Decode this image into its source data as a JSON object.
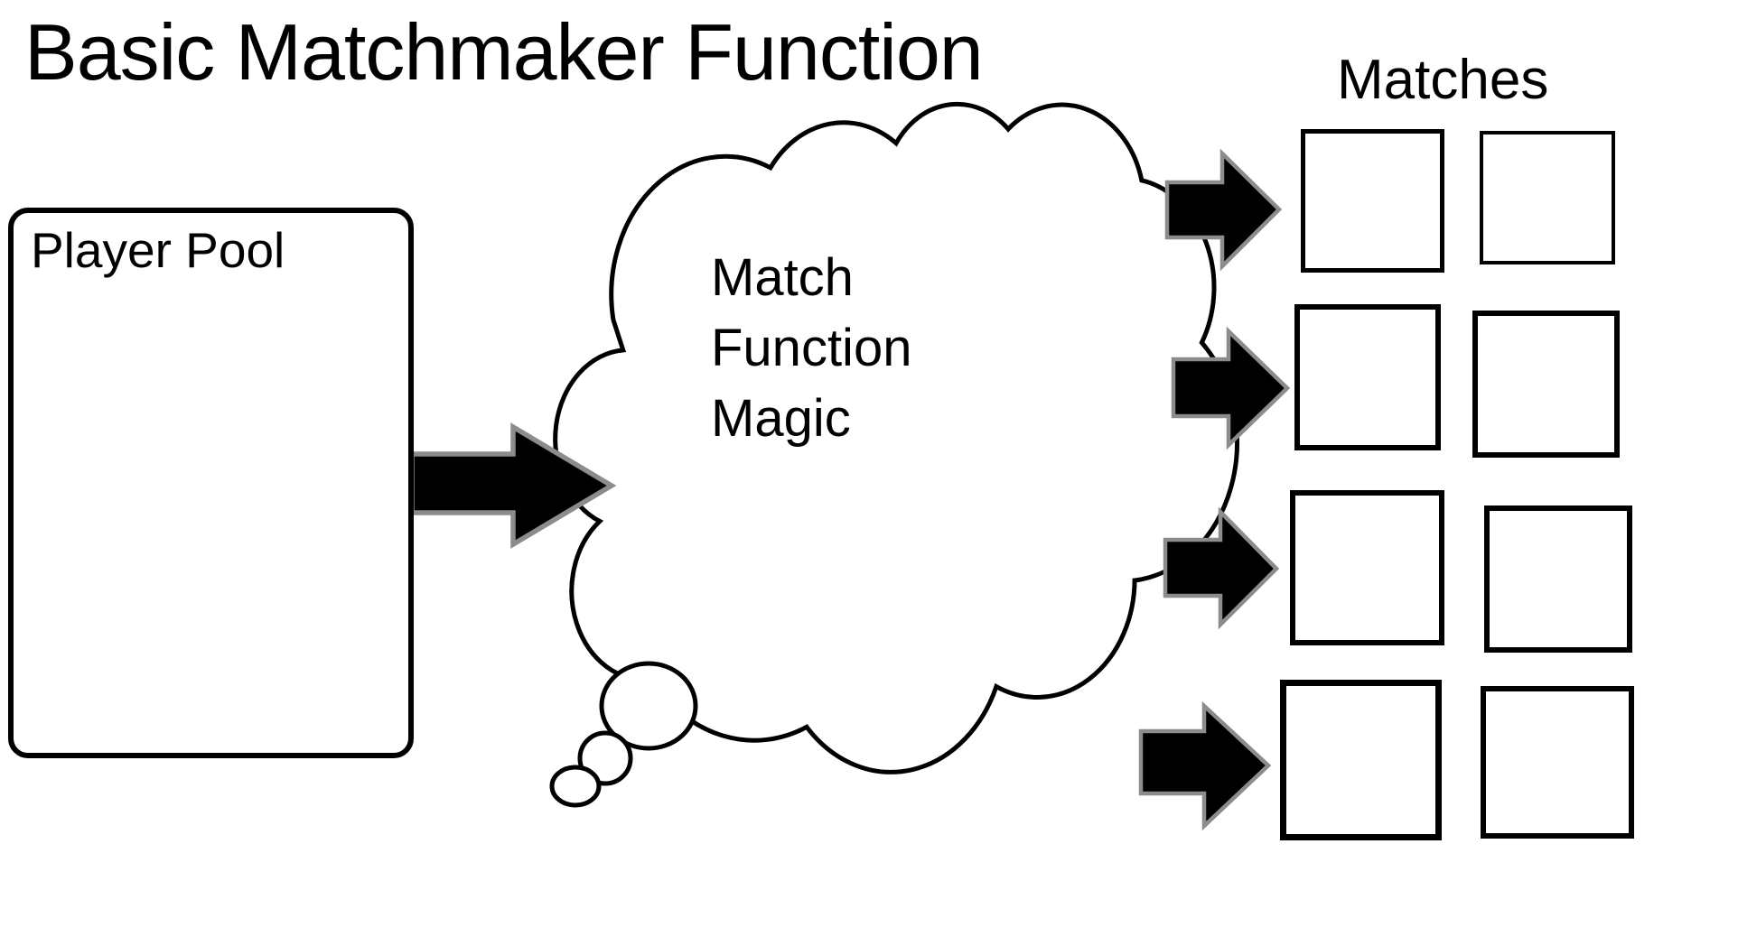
{
  "page": {
    "title": "Basic Matchmaker Function",
    "background_color": "#ffffff",
    "ink_color": "#000000"
  },
  "player_pool": {
    "label": "Player Pool"
  },
  "cloud": {
    "lines": [
      "Match",
      "Function",
      "Magic"
    ]
  },
  "matches": {
    "label": "Matches",
    "pair_rows": 4,
    "boxes_per_row": 2
  },
  "arrows": {
    "count": 5,
    "direction": "right",
    "fill_color": "#000000",
    "outline_color": "#8c8c8c"
  }
}
